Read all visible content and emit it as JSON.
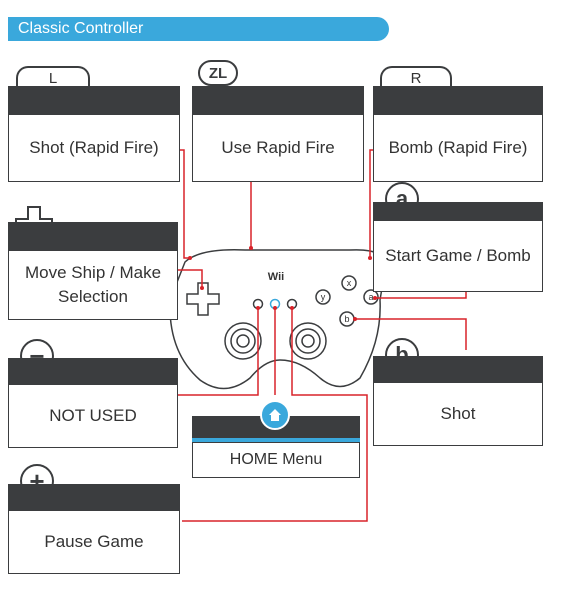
{
  "header": {
    "title": "Classic Controller"
  },
  "controller": {
    "logo": "Wii"
  },
  "buttons": {
    "l": {
      "badge": "L",
      "label": "Shot (Rapid Fire)"
    },
    "zl": {
      "badge": "ZL",
      "label": "Use Rapid Fire"
    },
    "r": {
      "badge": "R",
      "label": "Bomb (Rapid Fire)"
    },
    "dpad": {
      "icon": "dpad-icon",
      "label": "Move Ship / Make Selection"
    },
    "a": {
      "badge": "a",
      "label": "Start Game / Bomb"
    },
    "minus": {
      "badge": "−",
      "label": "NOT USED"
    },
    "b": {
      "badge": "b",
      "label": "Shot"
    },
    "home": {
      "icon": "home-icon",
      "label": "HOME Menu"
    },
    "plus": {
      "badge": "+",
      "label": "Pause Game"
    }
  },
  "colors": {
    "accent": "#3aa8dc",
    "box_bar": "#3b3d3f",
    "connector": "#d9232a"
  }
}
